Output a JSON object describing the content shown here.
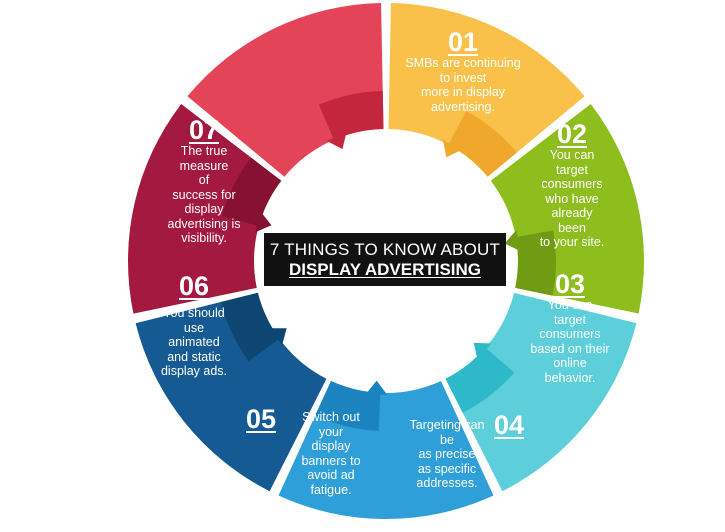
{
  "title": {
    "line1": "7 THINGS TO KNOW ABOUT",
    "line2": "DISPLAY ADVERTISING"
  },
  "segments": [
    {
      "number": "01",
      "text": "SMBs are continuing\nto invest\nmore in display\nadvertising.",
      "color": "#F9C04A",
      "accent": "#F0A82C"
    },
    {
      "number": "02",
      "text": "You can\ntarget\nconsumers\nwho have\nalready\nbeen\nto your site.",
      "color": "#8DBE1E",
      "accent": "#6F9C12"
    },
    {
      "number": "03",
      "text": "You can\ntarget\nconsumers\nbased on their\nonline\nbehavior.",
      "color": "#5DCFDA",
      "accent": "#2DB9C8"
    },
    {
      "number": "04",
      "text": "Targeting can\nbe\nas precise\nas specific\naddresses.",
      "color": "#2E9FD8",
      "accent": "#1B84C0"
    },
    {
      "number": "05",
      "text": "Switch out\nyour\ndisplay\nbanners to\navoid ad\nfatigue.",
      "color": "#155A92",
      "accent": "#0E4673"
    },
    {
      "number": "06",
      "text": "You should\nuse\nanimated\nand static\ndisplay ads.",
      "color": "#A3193F",
      "accent": "#861133"
    },
    {
      "number": "07",
      "text": "The true\nmeasure\nof\nsuccess for\ndisplay\nadvertising is\nvisibility.",
      "color": "#E44458",
      "accent": "#C4263D"
    }
  ]
}
